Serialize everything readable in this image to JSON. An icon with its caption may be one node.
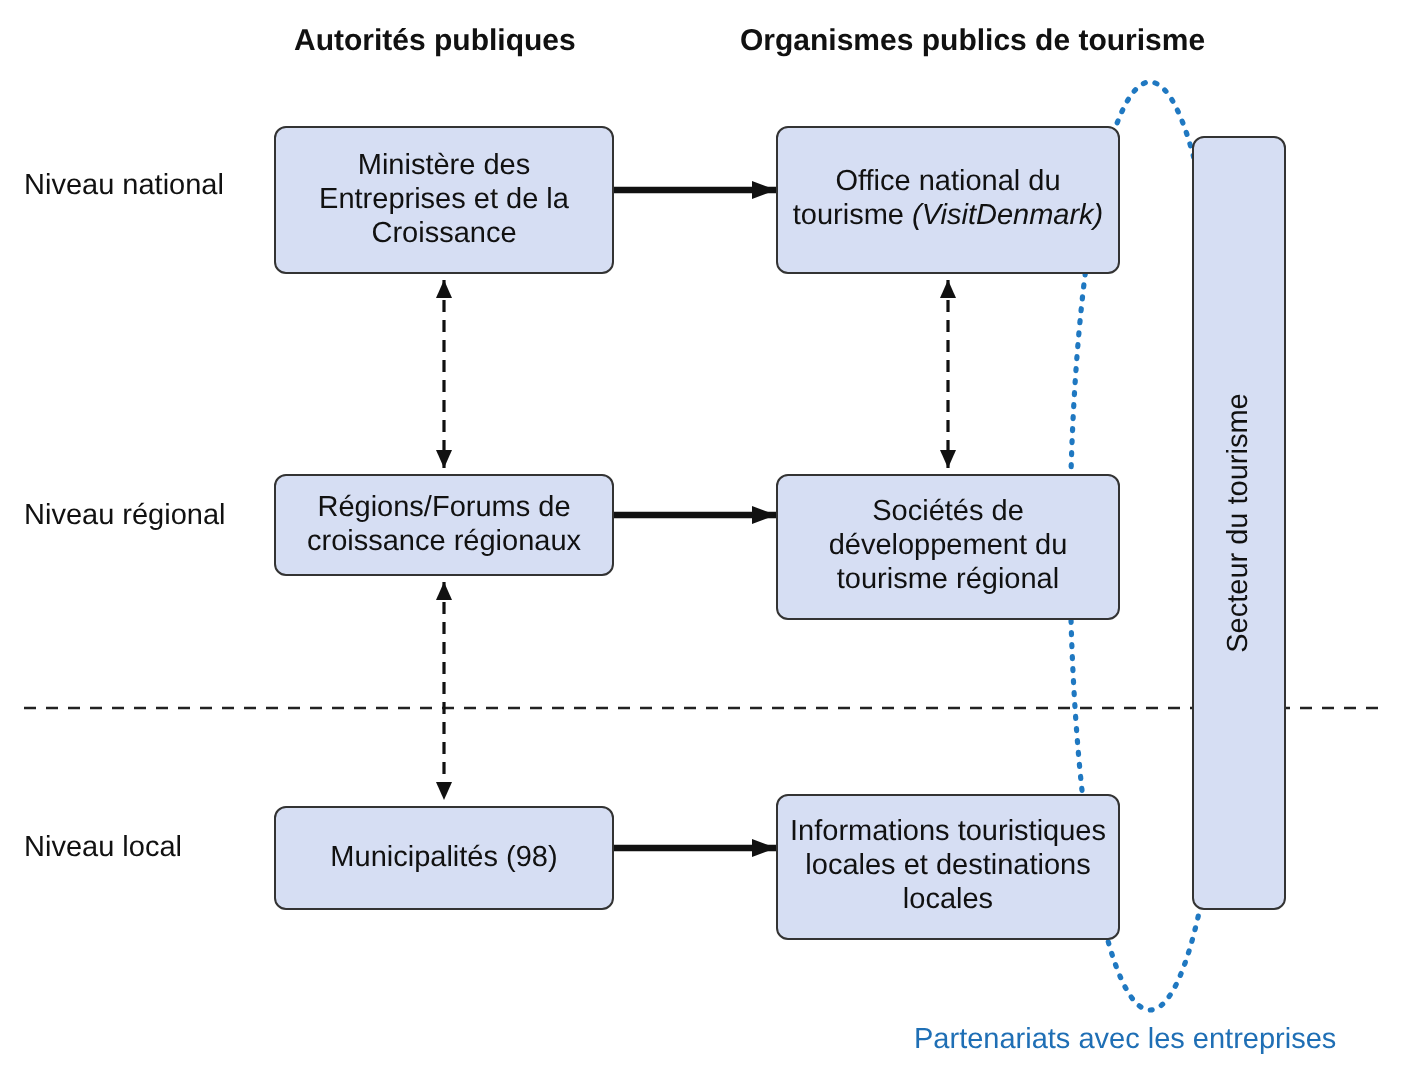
{
  "diagram": {
    "nodes": [
      {
        "text": [
          "Ministère des Entreprises et de la Croissance"
        ]
      },
      {
        "text": [
          "Office national du tourisme *(VisitDenmark)*"
        ]
      },
      {
        "text": [
          "Régions/Forums de croissance régionaux"
        ]
      },
      {
        "text": [
          "Sociétés de développement du tourisme régional"
        ]
      },
      {
        "text": [
          "Municipalités (98)"
        ]
      },
      {
        "text": [
          "Informations touristiques locales et destinations locales"
        ]
      },
      {
        "text": [
          "Secteur du tourisme"
        ]
      },
      {
        "text": [
          "Partenariats avec les entreprises"
        ]
      }
    ],
    "edges": [
      {
        "from": 0,
        "to": 1,
        "arrow": "to",
        "style": "thick"
      },
      {
        "from": 2,
        "to": 3,
        "arrow": "to",
        "style": "thick"
      },
      {
        "from": 4,
        "to": 5,
        "arrow": "to",
        "style": "thick"
      },
      {
        "from": 0,
        "to": 2,
        "arrow": "both",
        "style": "dashed"
      },
      {
        "from": 2,
        "to": 4,
        "arrow": "both",
        "style": "dashed"
      },
      {
        "from": 1,
        "to": 3,
        "arrow": "both",
        "style": "dashed"
      }
    ],
    "labels": [
      "Autorités publiques",
      "Organismes publics de tourisme",
      "Niveau national",
      "Niveau régional",
      "Niveau local"
    ]
  }
}
